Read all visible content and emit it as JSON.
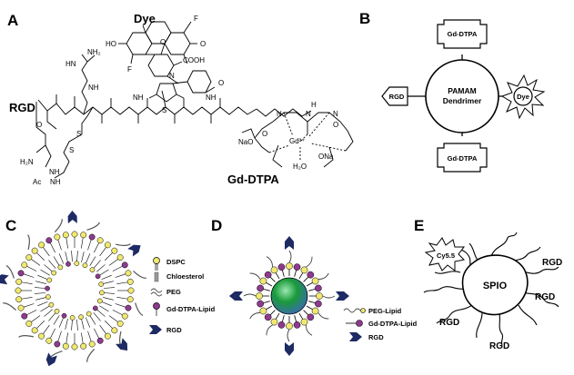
{
  "panels": {
    "a": {
      "letter": "A",
      "dye_label": "Dye",
      "rgd_label": "RGD",
      "gd_dtpa_label": "Gd-DTPA",
      "atoms": {
        "f": "F",
        "ho": "HO",
        "o": "O",
        "cooh": "COOH",
        "nh": "NH",
        "nh2": "NH₂",
        "hn": "HN",
        "h2n": "H₂N",
        "s": "S",
        "n": "N",
        "h": "H",
        "ac": "Ac",
        "nao": "NaO",
        "ona": "ONa",
        "gd3": "Gd³⁺",
        "h2o": "H₂O"
      }
    },
    "b": {
      "letter": "B",
      "core_line1": "PAMAM",
      "core_line2": "Dendrimer",
      "top_node": "Gd-DTPA",
      "bottom_node": "Gd-DTPA",
      "left_node": "RGD",
      "right_node": "Dye"
    },
    "c": {
      "letter": "C",
      "legend": [
        "DSPC",
        "Chloesterol",
        "PEG",
        "Gd-DTPA-Lipid",
        "RGD"
      ]
    },
    "d": {
      "letter": "D",
      "legend": [
        "PEG-Lipid",
        "Gd-DTPA-Lipid",
        "RGD"
      ]
    },
    "e": {
      "letter": "E",
      "core": "SPIO",
      "dye": "Cy5.5",
      "rgd_labels": [
        "RGD",
        "RGD",
        "RGD",
        "RGD"
      ]
    }
  },
  "colors": {
    "dspc_head": "#f0e870",
    "gd_lipid_head": "#8e3a8e",
    "rgd_arrow": "#1d2a63",
    "cholesterol": "#9a9a9a",
    "sphere_green": "#1a9a3a",
    "sphere_blue": "#3a6ab0",
    "line": "#000000"
  }
}
